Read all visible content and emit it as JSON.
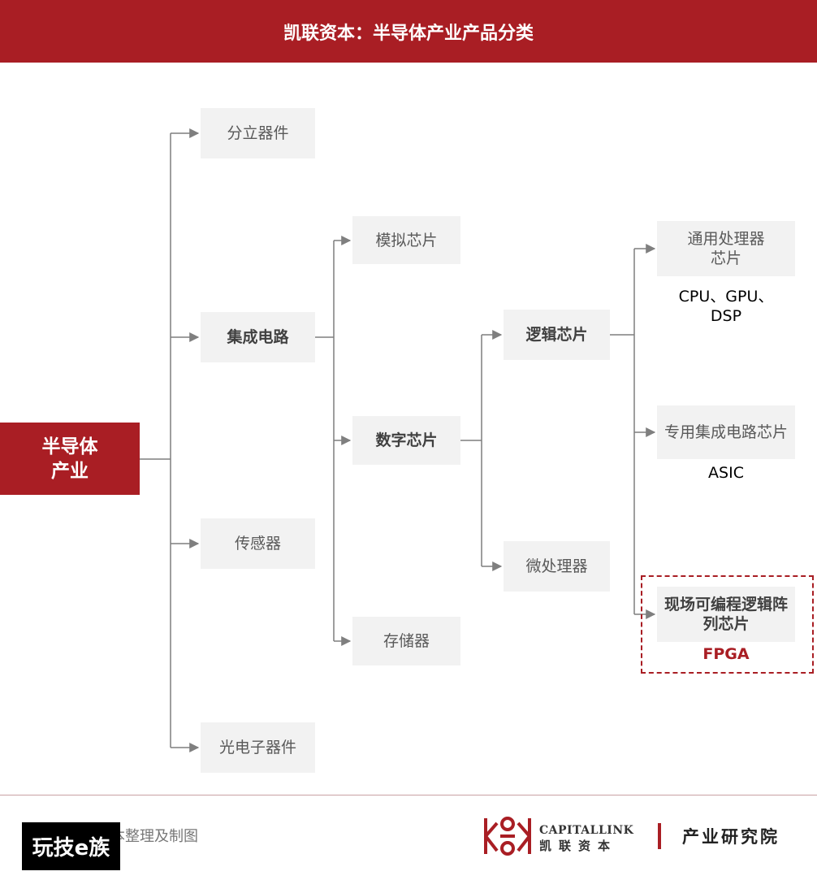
{
  "header": {
    "title": "凯联资本：半导体产业产品分类"
  },
  "nodes": {
    "root": "半导体\n产业",
    "discrete": "分立器件",
    "ic": "集成电路",
    "sensor": "传感器",
    "optoelectronic": "光电子器件",
    "analog": "模拟芯片",
    "digital": "数字芯片",
    "memory": "存储器",
    "logic": "逻辑芯片",
    "microprocessor": "微处理器",
    "general_processor": "通用处理器\n芯片",
    "asic_chip": "专用集成电路芯片",
    "fpga_chip": "现场可编程逻辑阵\n列芯片"
  },
  "notes": {
    "general_processor": "CPU、GPU、\nDSP",
    "asic": "ASIC",
    "fpga": "FPGA"
  },
  "colors": {
    "brand": "#a91e24",
    "box": "#f2f2f2",
    "line": "#7f7f7f"
  },
  "footer": {
    "source": "来源：凯联资本整理及制图",
    "watermark": "玩技e族",
    "logo_name": "CAPITALLINK",
    "logo_cn": "凯联资本",
    "logo_sub": "产业研究院"
  }
}
